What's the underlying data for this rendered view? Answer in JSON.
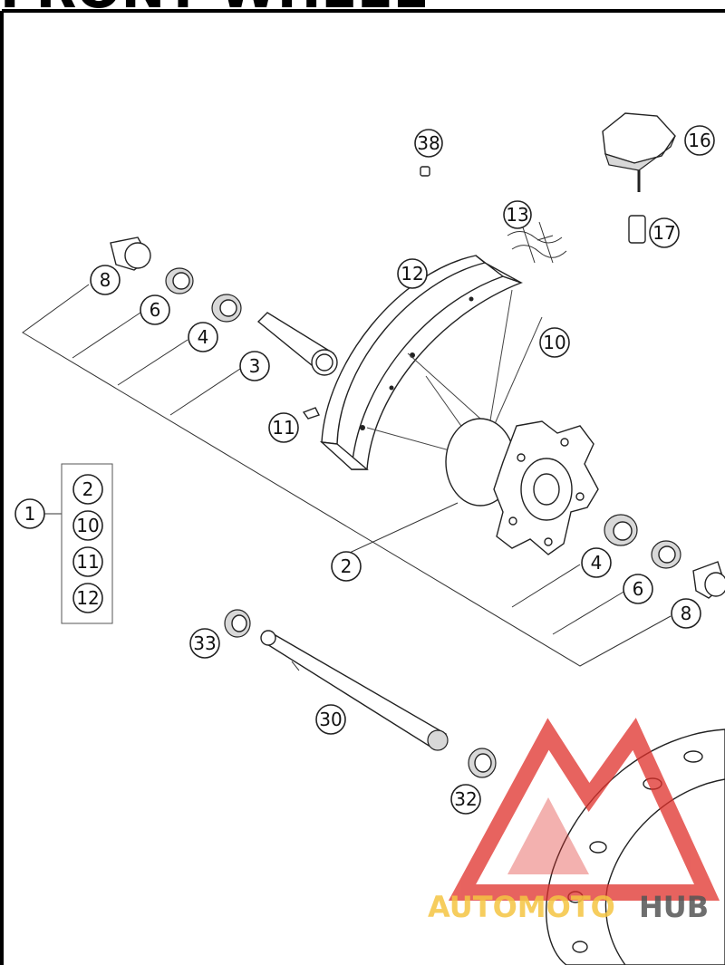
{
  "title": "FRONT WHEEL",
  "watermark": {
    "text_left": "AUTOMOTO",
    "text_right": "HUB",
    "color_left": "#f5c542",
    "color_right": "#555555",
    "logo_color": "#e0302a"
  },
  "callouts": {
    "c38": "38",
    "c16": "16",
    "c13": "13",
    "c17": "17",
    "c8a": "8",
    "c12a": "12",
    "c6a": "6",
    "c4a": "4",
    "c10a": "10",
    "c3": "3",
    "c11a": "11",
    "c1": "1",
    "c2b": "2",
    "c10b": "10",
    "c11b": "11",
    "c12b": "12",
    "c2a": "2",
    "c4b": "4",
    "c6b": "6",
    "c8b": "8",
    "c33": "33",
    "c30": "30",
    "c32": "32"
  }
}
